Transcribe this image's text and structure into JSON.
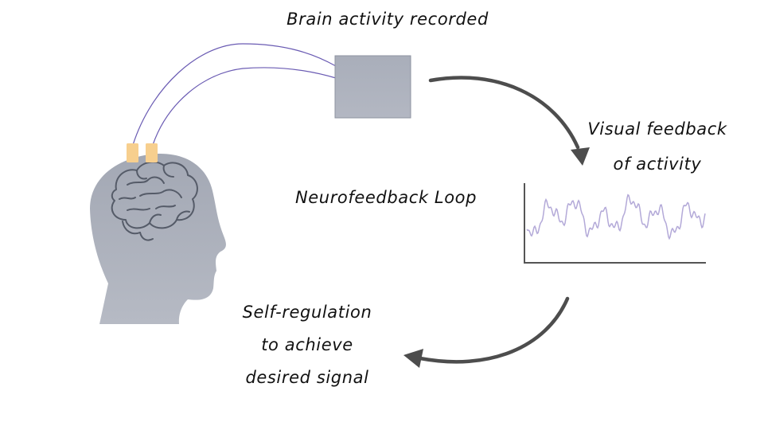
{
  "labels": {
    "recorded": "Brain activity recorded",
    "feedback_line1": "Visual feedback",
    "feedback_line2": "of activity",
    "loop": "Neurofeedback Loop",
    "selfreg_line1": "Self-regulation",
    "selfreg_line2": "to achieve",
    "selfreg_line3": "desired signal"
  },
  "colors": {
    "head": "#a9aeba",
    "recorder_fill": "#a9aeba",
    "recorder_border": "#8e93a0",
    "electrode": "#f7cf8e",
    "wire": "#6a5bb3",
    "brain_stroke": "#555b68",
    "signal": "#b3a9d8",
    "axis": "#555555",
    "arrow": "#4d4d4d",
    "text": "#111111"
  },
  "icons": {
    "head": "head-silhouette-icon",
    "brain": "brain-icon",
    "electrodes": "electrode-icon",
    "recorder": "recorder-box-icon",
    "signal": "signal-waveform-icon"
  }
}
